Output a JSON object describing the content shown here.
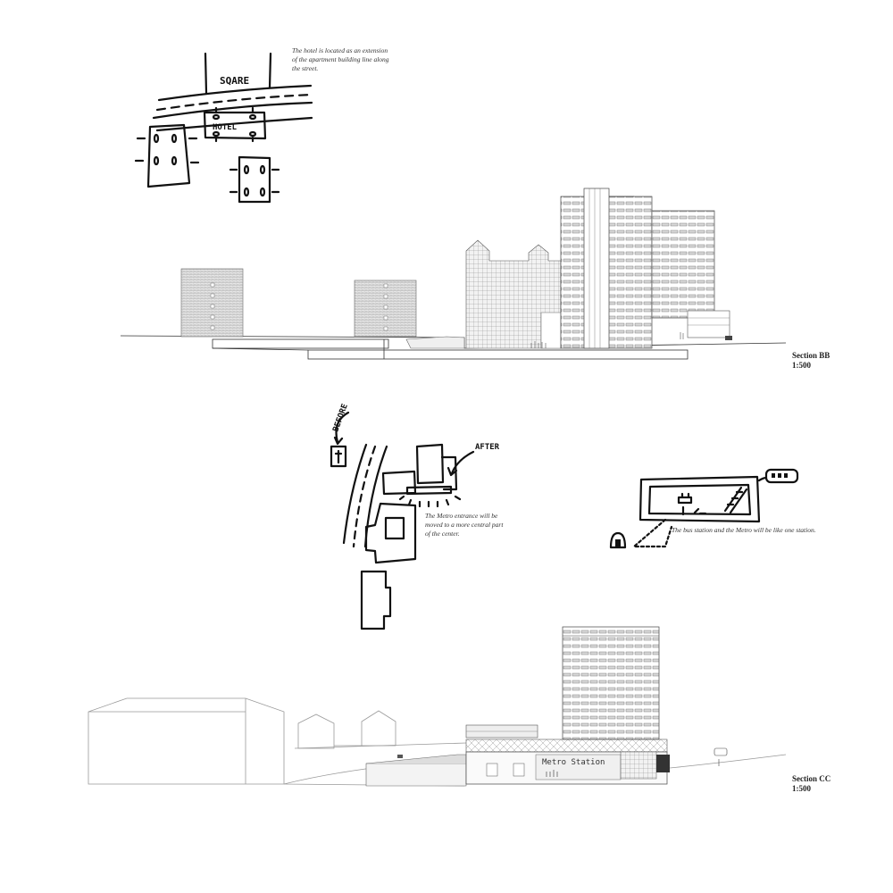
{
  "sketch_hotel": {
    "square_label": "SQARE",
    "hotel_label": "HOTEL",
    "note": [
      "The hotel is located as an extension",
      "of the apartment building line along",
      "the street."
    ]
  },
  "section_bb": {
    "title": "Section BB",
    "scale": "1:500"
  },
  "sketch_metro": {
    "before_label": "BEFORE",
    "after_label": "AFTER",
    "note": [
      "The Metro entrance will be",
      "moved to a more central part",
      "of the center."
    ]
  },
  "sketch_station": {
    "note": "The bus station and the Metro will be like one station."
  },
  "section_cc": {
    "title": "Section CC",
    "scale": "1:500",
    "station_sign": "Metro Station"
  }
}
